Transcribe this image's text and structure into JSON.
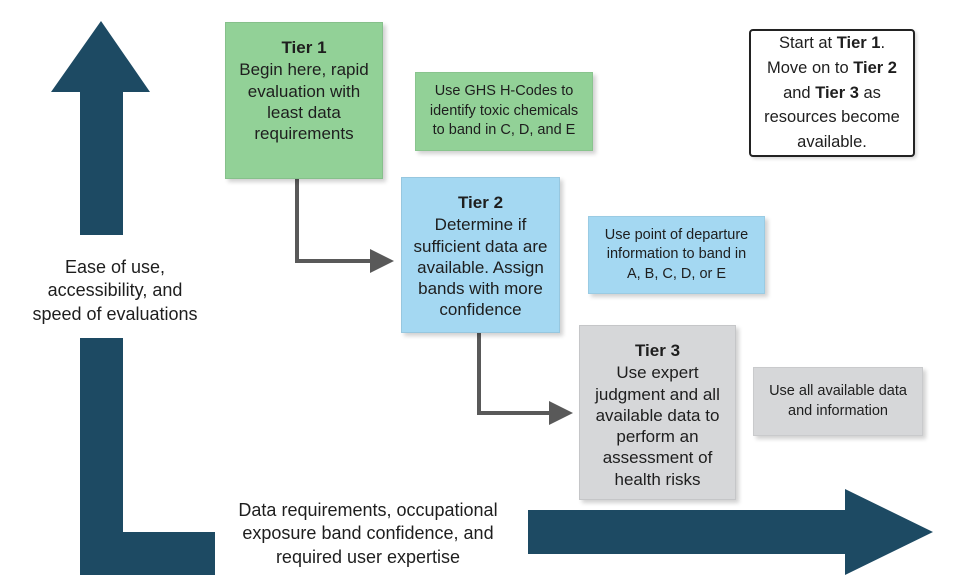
{
  "y_axis_label": [
    "Ease of use,",
    "accessibility, and",
    "speed of evaluations"
  ],
  "x_axis_label": [
    "Data requirements, occupational",
    "exposure band confidence, and",
    "required user expertise"
  ],
  "tiers": [
    {
      "title": "Tier 1",
      "lines": [
        "Begin here, rapid",
        "evaluation with",
        "least data",
        "requirements"
      ]
    },
    {
      "title": "Tier 2",
      "lines": [
        "Determine if",
        "sufficient data are",
        "available. Assign",
        "bands with more",
        "confidence"
      ]
    },
    {
      "title": "Tier 3",
      "lines": [
        "Use expert",
        "judgment and all",
        "available data to",
        "perform an",
        "assessment of",
        "health risks"
      ]
    }
  ],
  "notes": [
    {
      "lines": [
        "Use GHS H-Codes to",
        "identify toxic chemicals",
        "to band in C, D, and E"
      ]
    },
    {
      "lines": [
        "Use point of departure",
        "information to band in",
        "A, B, C, D, or E"
      ]
    },
    {
      "lines": [
        "Use all available data",
        "and information"
      ]
    }
  ],
  "start_box": {
    "l1a": "Start at ",
    "l1b": "Tier 1",
    "l1c": ".",
    "l2a": "Move on to ",
    "l2b": "Tier 2",
    "l3a": "and ",
    "l3b": "Tier 3",
    "l3c": " as",
    "l4": "resources become",
    "l5": "available."
  },
  "colors": {
    "axis_arrow": "#1d4a63",
    "connector": "#595959",
    "tier1": "#92d197",
    "tier2": "#a4d8f2",
    "tier3": "#d6d7d9"
  }
}
